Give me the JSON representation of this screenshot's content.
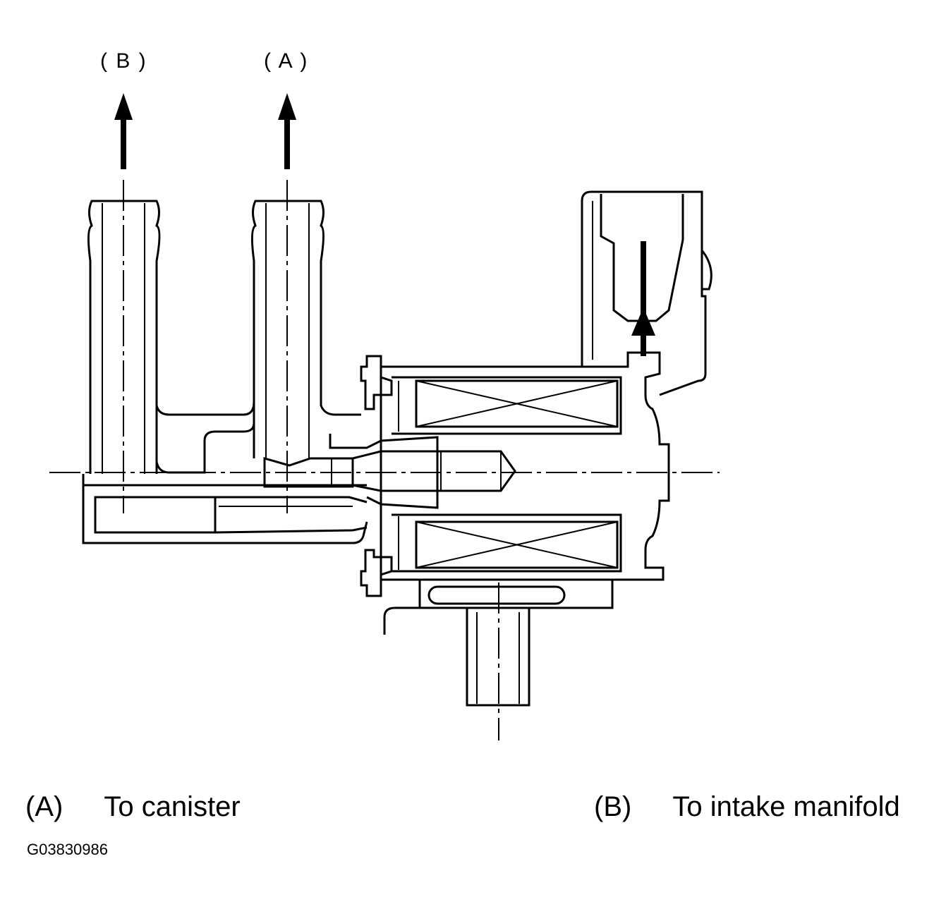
{
  "labels": {
    "port_b": "( B )",
    "port_a": "( A )"
  },
  "legend": [
    {
      "key": "(A)",
      "text": "To canister"
    },
    {
      "key": "(B)",
      "text": "To intake manifold"
    }
  ],
  "figure_id": "G03830986"
}
